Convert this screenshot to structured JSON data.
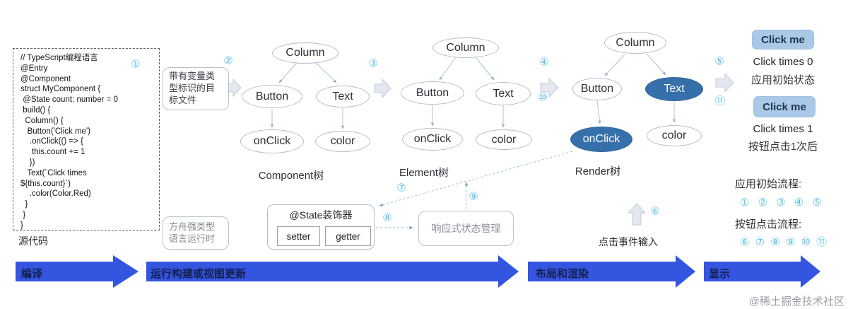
{
  "colors": {
    "pipeline_blue": "#3355e0",
    "node_blue": "#3670ab",
    "click_button_blue": "#aac9e9",
    "badge_blue": "#58bfe4"
  },
  "source": {
    "label": "源代码",
    "code": "// TypeScript编程语言\n@Entry\n@Component\nstruct MyComponent {\n @State count: number = 0\n build() {\n  Column() {\n   Button('Click me')\n    .onClick(() => {\n     this.count += 1\n    })\n   Text(`Click times\n${this.count}`)\n    .color(Color.Red)\n  }\n }\n}"
  },
  "compile_target": {
    "label": "带有变量类型标识的目标文件"
  },
  "runtime": {
    "label": "方舟强类型语言运行时"
  },
  "state": {
    "title": "@State装饰器",
    "setter": "setter",
    "getter": "getter"
  },
  "reactive": {
    "label": "响应式状态管理"
  },
  "click_input": {
    "label": "点击事件输入"
  },
  "trees": {
    "component": {
      "title": "Component树",
      "root": "Column",
      "left": "Button",
      "right": "Text",
      "left_child": "onClick",
      "right_child": "color"
    },
    "element": {
      "title": "Element树",
      "root": "Column",
      "left": "Button",
      "right": "Text",
      "left_child": "onClick",
      "right_child": "color"
    },
    "render": {
      "title": "Render树",
      "root": "Column",
      "left": "Button",
      "right": "Text",
      "left_child": "onClick",
      "right_child": "color"
    }
  },
  "badges": {
    "b1": "①",
    "b2": "②",
    "b3": "③",
    "b4": "④",
    "b5": "⑤",
    "b6": "⑥",
    "b7": "⑦",
    "b8": "⑧",
    "b9": "⑨",
    "b10": "⑩",
    "b11": "⑪"
  },
  "preview": {
    "button_label": "Click me",
    "initial_times": "Click times 0",
    "initial_caption": "应用初始状态",
    "after_times": "Click times 1",
    "after_caption": "按钮点击1次后"
  },
  "flows": {
    "initial_label": "应用初始流程:",
    "initial_steps": "① ② ③ ④ ⑤",
    "click_label": "按钮点击流程:",
    "click_steps": "⑥ ⑦ ⑧ ⑨ ⑩ ⑪"
  },
  "pipeline": {
    "stage1": "编译",
    "stage2": "运行构建或视图更新",
    "stage3": "布局和渲染",
    "stage4": "显示"
  },
  "watermark": "@稀土掘金技术社区"
}
